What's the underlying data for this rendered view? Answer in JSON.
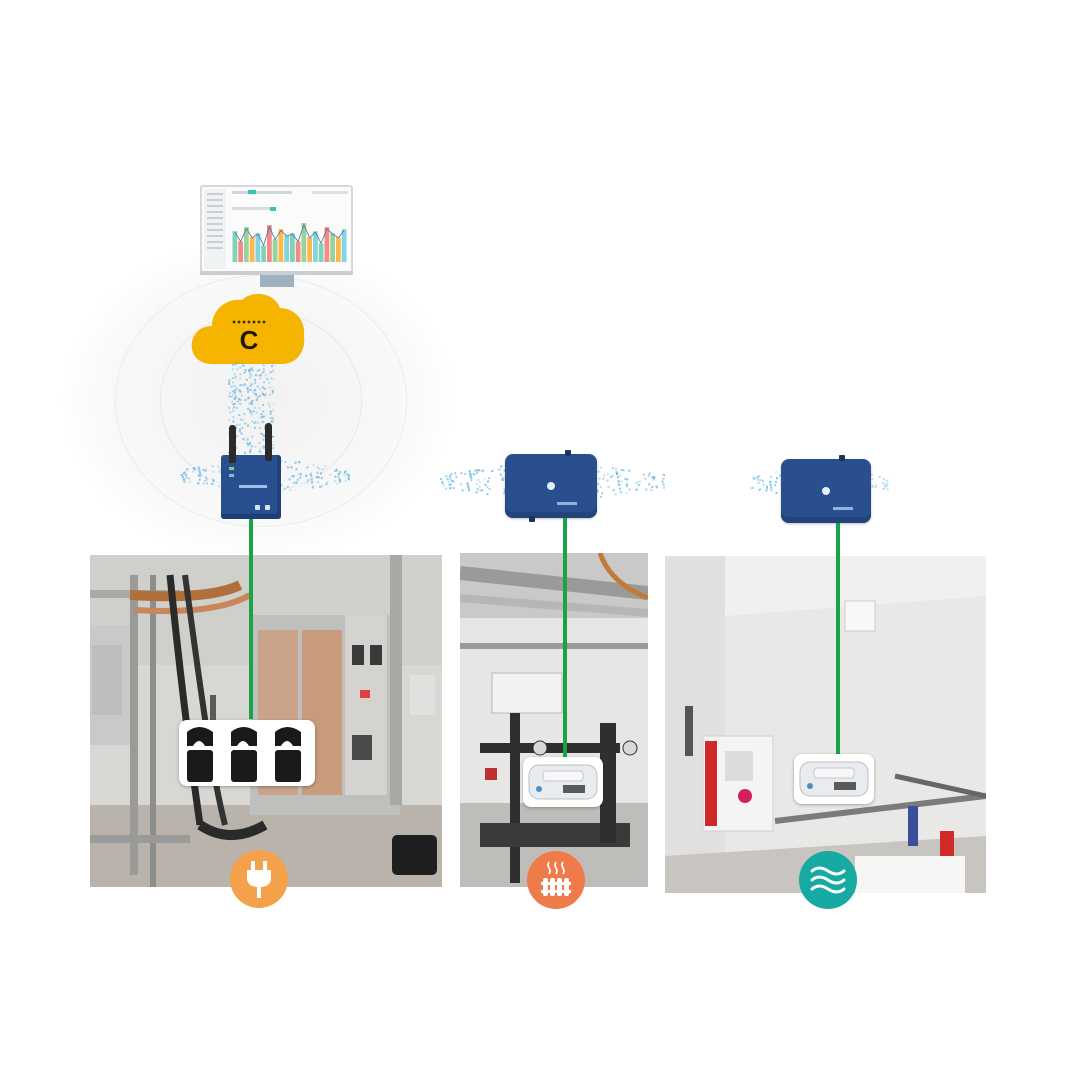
{
  "cloud": {
    "brand_letter": "C"
  },
  "colors": {
    "cloud": "#f5b400",
    "hub_blue": "#2a4f8e",
    "cable_green": "#16a34a",
    "electricity_badge": "#f5a04a",
    "heating_badge": "#f07b4a",
    "water_badge": "#17aaa3",
    "data_dots": "#5fb0e0"
  },
  "icons": {
    "electricity": "plug-icon",
    "heating": "radiator-icon",
    "water": "water-waves-icon"
  },
  "dashboard_bars": [
    0.75,
    0.5,
    0.85,
    0.6,
    0.7,
    0.4,
    0.9,
    0.55,
    0.8,
    0.65,
    0.7,
    0.5,
    0.95,
    0.6,
    0.75,
    0.45,
    0.85,
    0.7,
    0.6,
    0.8
  ]
}
